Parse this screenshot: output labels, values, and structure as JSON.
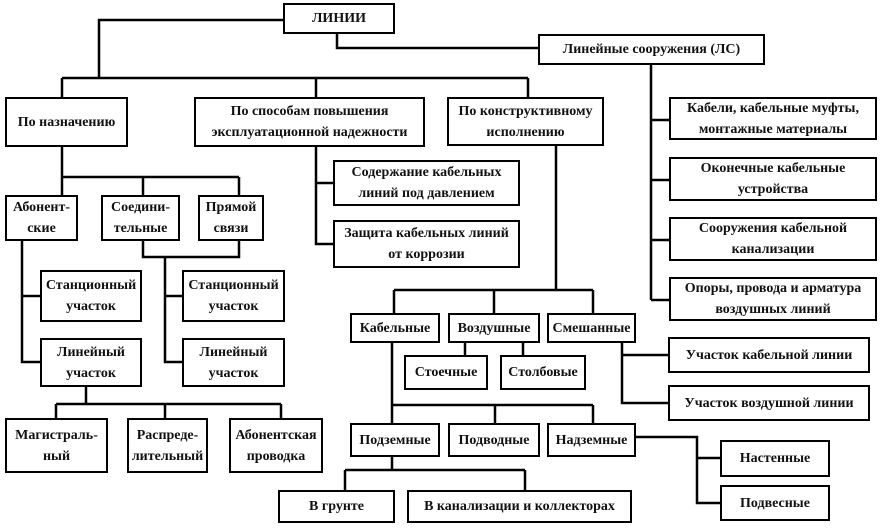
{
  "root": "ЛИНИИ",
  "structures": {
    "title": "Линейные сооружения (ЛС)",
    "items": [
      "Кабели, кабельные муфты, монтажные материалы",
      "Оконечные кабельные устройства",
      "Сооружения кабельной канализации",
      "Опоры, провода и арматура воздушных линий"
    ]
  },
  "purpose": {
    "title": "По назначению",
    "types": [
      "Абонент-ские",
      "Соедини-тельные",
      "Прямой связи"
    ],
    "sections_left": [
      "Станционный участок",
      "Линейный участок"
    ],
    "sections_right": [
      "Станционный участок",
      "Линейный участок"
    ],
    "line_types": [
      "Магистраль-ный",
      "Распреде-лительный",
      "Абонентская проводка"
    ]
  },
  "reliability": {
    "title": "По способам повышения эксплуатационной надежности",
    "items": [
      "Содержание кабельных линий под давлением",
      "Защита кабельных линий от коррозии"
    ]
  },
  "construction": {
    "title": "По конструктивному исполнению",
    "types": [
      "Кабельные",
      "Воздушные",
      "Смешанные"
    ],
    "air": [
      "Стоечные",
      "Столбовые"
    ],
    "mixed": [
      "Участок кабельной линии",
      "Участок воздушной линии"
    ],
    "cable": [
      "Подземные",
      "Подводные",
      "Надземные"
    ],
    "underground": [
      "В грунте",
      "В канализации и коллекторах"
    ],
    "overground": [
      "Настенные",
      "Подвесные"
    ]
  }
}
